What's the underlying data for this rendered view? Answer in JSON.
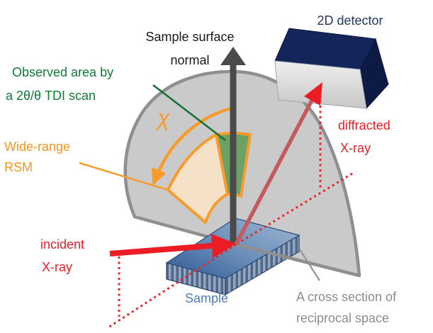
{
  "labels": {
    "surface_normal_1": "Sample surface",
    "surface_normal_2": "normal",
    "detector": "2D detector",
    "observed_1": "Observed area by",
    "observed_2": "a 2θ/θ TDI scan",
    "wide_range_1": "Wide-range",
    "wide_range_2": "RSM",
    "incident_1": "incident",
    "incident_2": "X-ray",
    "diffracted_1": "diffracted",
    "diffracted_2": "X-ray",
    "sample": "Sample",
    "cross_section_1": "A cross section of",
    "cross_section_2": "reciprocal space",
    "chi": "χ"
  },
  "colors": {
    "orange_accent": "#F89B2D",
    "rsm_wedge_fill": "#F5E1C8",
    "tdi_wedge_fill": "#6BA164",
    "green_text": "#117A36",
    "red_accent": "#EC1C24",
    "diffracted_shaft": "#C25B5E",
    "detector_text": "#1F3864",
    "detector_top": "#132559",
    "detector_side": "#0D1A43",
    "detector_front": "#D9D9D9",
    "sample_text": "#4D7EBF",
    "sample_slab_dark": "#3E689F",
    "sample_slab_light": "#8FAACB",
    "dome_fill": "#CACACA",
    "dome_stroke": "#8F8F8F",
    "gray_text": "#8C8C8C",
    "normal_arrow": "#4A4A4A"
  }
}
